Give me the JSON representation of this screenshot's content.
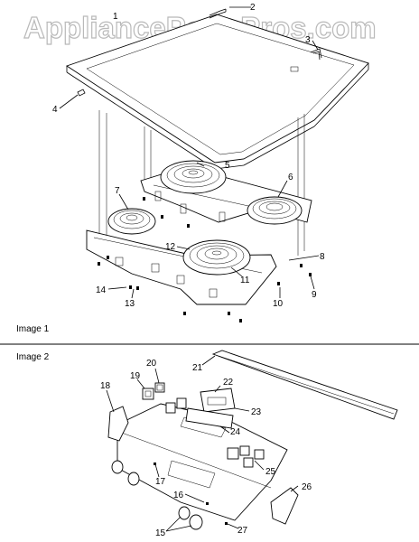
{
  "watermark": "AppliancePartsPros.com",
  "image1_caption": "Image 1",
  "image2_caption": "Image 2",
  "callouts": [
    "1",
    "2",
    "3",
    "4",
    "5",
    "6",
    "7",
    "8",
    "9",
    "10",
    "11",
    "12",
    "13",
    "14",
    "15",
    "16",
    "17",
    "18",
    "19",
    "20",
    "21",
    "22",
    "23",
    "24",
    "25",
    "26",
    "27"
  ]
}
